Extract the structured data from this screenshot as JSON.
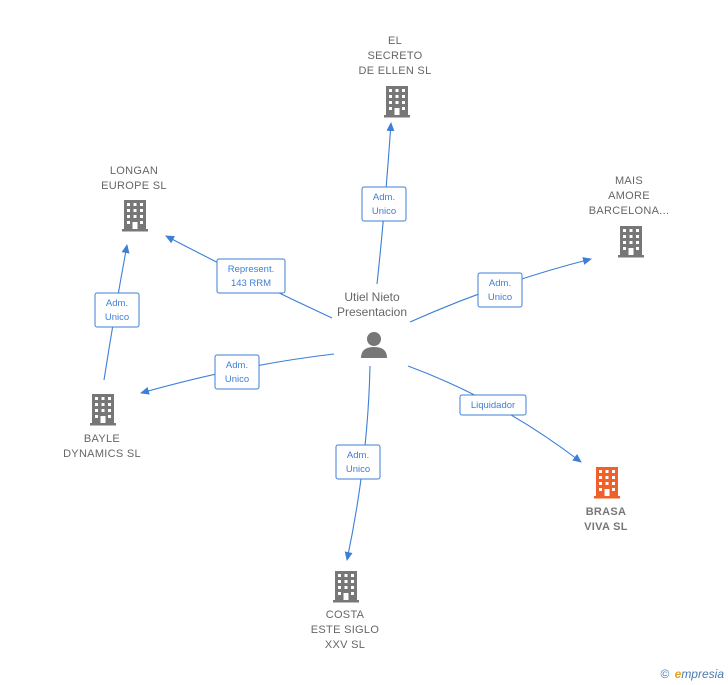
{
  "center": {
    "label_lines": [
      "Utiel Nieto",
      "Presentacion"
    ]
  },
  "companies": [
    {
      "id": "el-secreto",
      "lines": [
        "EL",
        "SECRETO",
        "DE ELLEN SL"
      ],
      "highlight": false
    },
    {
      "id": "longan",
      "lines": [
        "LONGAN",
        "EUROPE  SL"
      ],
      "highlight": false
    },
    {
      "id": "mais-amore",
      "lines": [
        "MAIS",
        "AMORE",
        "BARCELONA..."
      ],
      "highlight": false
    },
    {
      "id": "bayle",
      "lines": [
        "BAYLE",
        "DYNAMICS  SL"
      ],
      "highlight": false
    },
    {
      "id": "brasa-viva",
      "lines": [
        "BRASA",
        "VIVA  SL"
      ],
      "highlight": true
    },
    {
      "id": "costa-este",
      "lines": [
        "COSTA",
        "ESTE SIGLO",
        "XXV  SL"
      ],
      "highlight": false
    }
  ],
  "relations": [
    {
      "lines": [
        "Adm.",
        "Unico"
      ]
    },
    {
      "lines": [
        "Represent.",
        "143 RRM"
      ]
    },
    {
      "lines": [
        "Adm.",
        "Unico"
      ]
    },
    {
      "lines": [
        "Adm.",
        "Unico"
      ]
    },
    {
      "lines": [
        "Adm.",
        "Unico"
      ]
    },
    {
      "lines": [
        "Liquidador"
      ]
    },
    {
      "lines": [
        "Adm.",
        "Unico"
      ]
    }
  ],
  "colors": {
    "edge": "#3d7fd6",
    "building": "#777777",
    "building_highlight": "#f0602a",
    "text": "#666666"
  },
  "footer": {
    "copyright": "©",
    "brand_initial": "e",
    "brand_rest": "mpresia"
  }
}
